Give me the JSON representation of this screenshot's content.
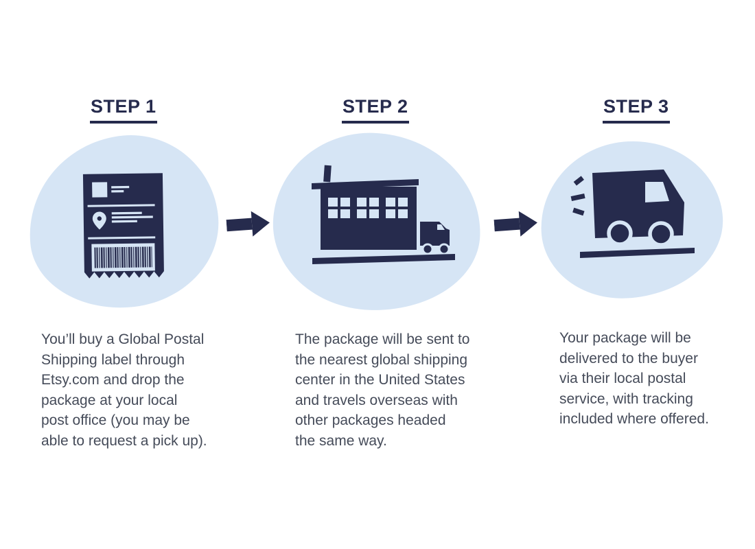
{
  "colors": {
    "navy": "#262b4d",
    "blob_blue": "#d6e5f5",
    "body_text": "#454b59",
    "background": "#ffffff"
  },
  "steps": [
    {
      "label": "STEP 1",
      "icon": "shipping-label",
      "description_lines": [
        "You’ll buy a Global Postal",
        "Shipping label through",
        "Etsy.com and drop the",
        "package at your local",
        "post office (you may be",
        "able to request a pick up)."
      ]
    },
    {
      "label": "STEP 2",
      "icon": "shipping-center-building",
      "description_lines": [
        "The package will be sent to",
        "the nearest global shipping",
        "center in the United States",
        "and travels overseas with",
        "other packages headed",
        "the same way."
      ]
    },
    {
      "label": "STEP 3",
      "icon": "delivery-truck",
      "description_lines": [
        "Your package will be",
        "delivered to the buyer",
        "via their local postal",
        "service, with tracking",
        "included where offered."
      ]
    }
  ]
}
